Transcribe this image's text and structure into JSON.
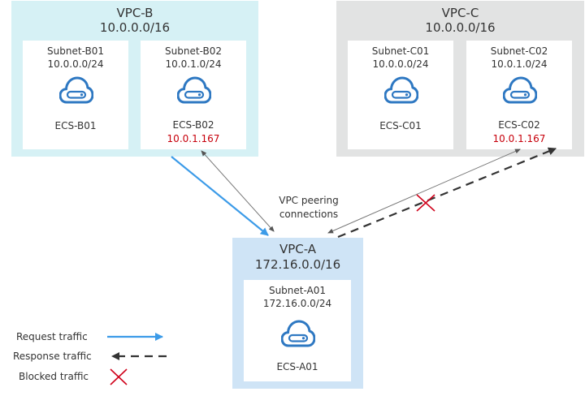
{
  "vpc_b": {
    "name": "VPC-B",
    "cidr": "10.0.0.0/16",
    "subnets": [
      {
        "name": "Subnet-B01",
        "cidr": "10.0.0.0/24",
        "ecs": "ECS-B01",
        "ip": ""
      },
      {
        "name": "Subnet-B02",
        "cidr": "10.0.1.0/24",
        "ecs": "ECS-B02",
        "ip": "10.0.1.167"
      }
    ]
  },
  "vpc_c": {
    "name": "VPC-C",
    "cidr": "10.0.0.0/16",
    "subnets": [
      {
        "name": "Subnet-C01",
        "cidr": "10.0.0.0/24",
        "ecs": "ECS-C01",
        "ip": ""
      },
      {
        "name": "Subnet-C02",
        "cidr": "10.0.1.0/24",
        "ecs": "ECS-C02",
        "ip": "10.0.1.167"
      }
    ]
  },
  "vpc_a": {
    "name": "VPC-A",
    "cidr": "172.16.0.0/16",
    "subnet": {
      "name": "Subnet-A01",
      "cidr": "172.16.0.0/24",
      "ecs": "ECS-A01"
    }
  },
  "peering_label": [
    "VPC peering",
    "connections"
  ],
  "legend": {
    "request": "Request traffic",
    "response": "Response traffic",
    "blocked": "Blocked traffic"
  },
  "colors": {
    "request": "#3c9be8",
    "response": "#333333",
    "blocked": "#d0021b",
    "ip_highlight": "#c7000b"
  },
  "icons": [
    "cloud-server-icon"
  ]
}
